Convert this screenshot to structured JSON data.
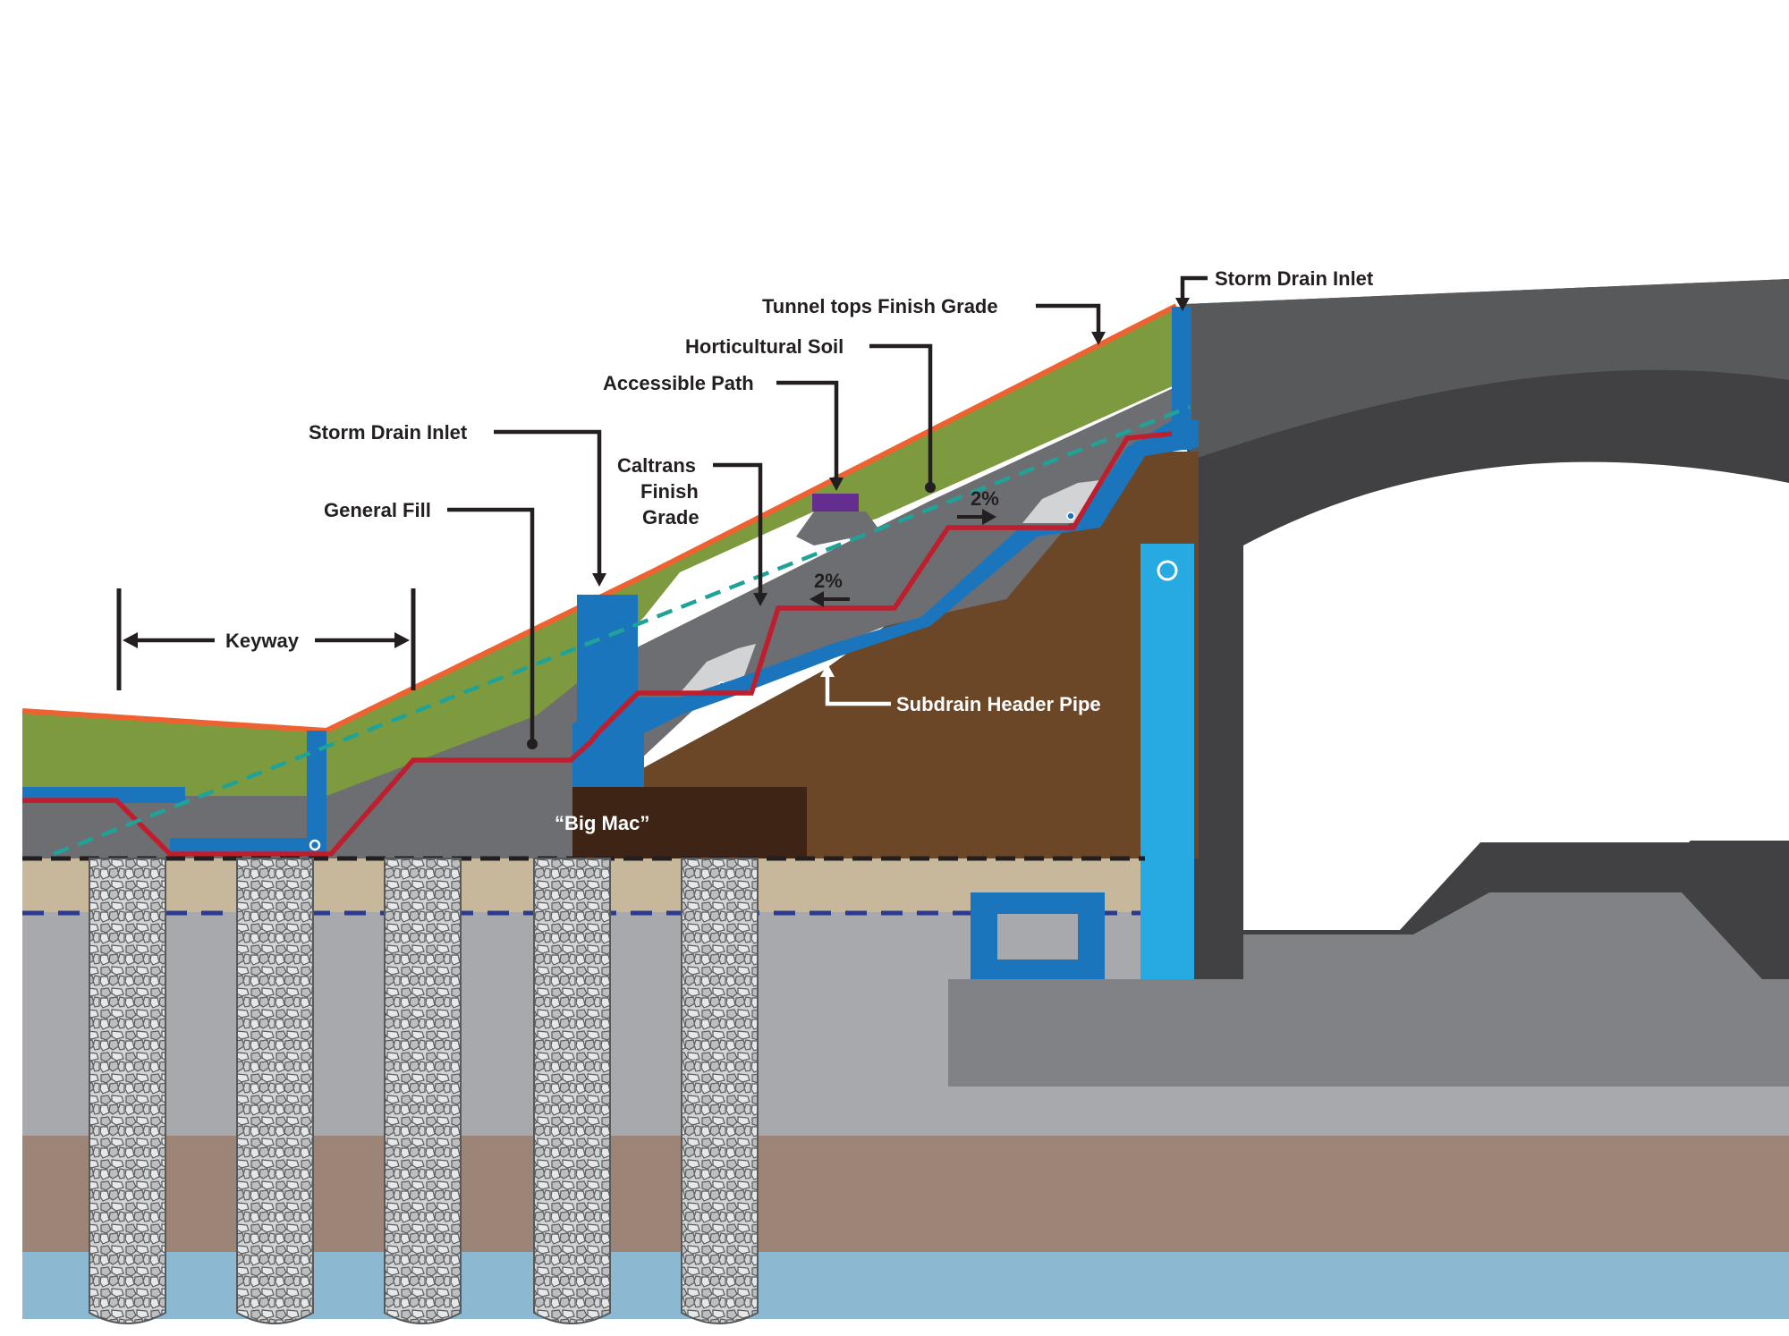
{
  "labels": {
    "storm_drain_inlet_right": "Storm Drain Inlet",
    "tunnel_tops_finish_grade": "Tunnel tops Finish Grade",
    "horticultural_soil": "Horticultural Soil",
    "accessible_path": "Accessible Path",
    "storm_drain_inlet_left": "Storm Drain Inlet",
    "caltrans_finish_grade_1": "Caltrans",
    "caltrans_finish_grade_2": "Finish",
    "caltrans_finish_grade_3": "Grade",
    "general_fill": "General Fill",
    "keyway": "Keyway",
    "subdrain_header_pipe": "Subdrain Header Pipe",
    "big_mac": "“Big Mac”",
    "slope_upper": "2%",
    "slope_lower": "2%"
  },
  "colors": {
    "grass": "#7e9a3e",
    "finish_grade_line": "#ee6231",
    "general_fill": "#6d6e71",
    "native_soil": "#6b4728",
    "big_mac": "#3d2414",
    "subdrain_blue": "#1b75bc",
    "storm_drain_light": "#27aae1",
    "caltrans_red": "#be1e2d",
    "groundwater_dash": "#1fa398",
    "path_purple": "#662d91",
    "tunnel_dark": "#414042",
    "tunnel_mid": "#58595b",
    "footing": "#808285",
    "sand_layer": "#c7b89c",
    "grey_layer": "#a7a9ac",
    "brown_layer": "#9c8577",
    "water_layer": "#8db8d2",
    "navy_dash": "#2b3990"
  }
}
